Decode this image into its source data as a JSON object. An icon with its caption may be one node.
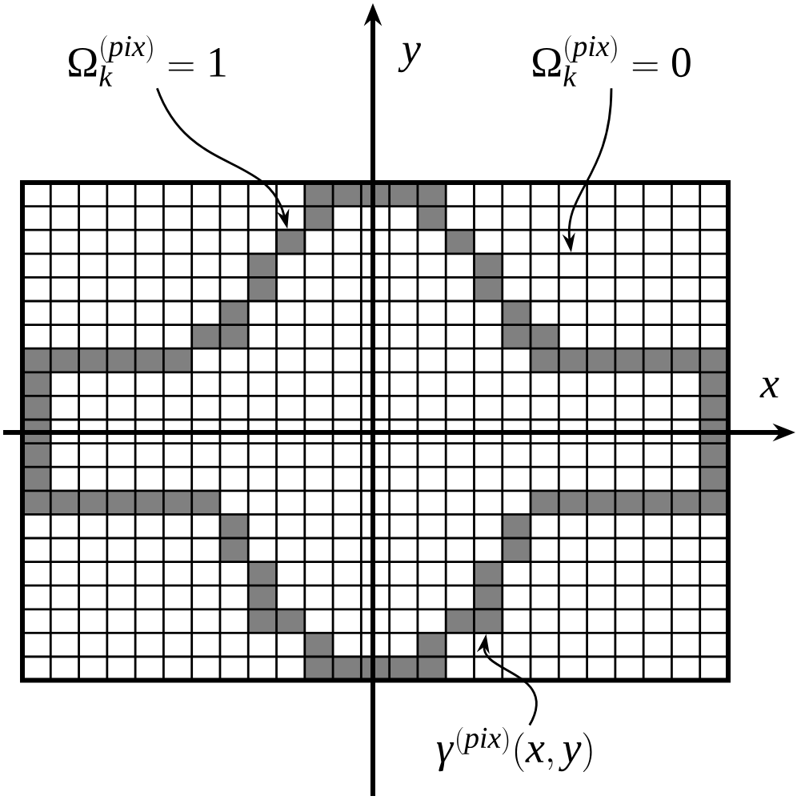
{
  "diagram": {
    "nodes": [
      {
        "text": [
          "\\Omega_k^{(pix)} = 1"
        ]
      },
      {
        "text": [],
        "shape": "box"
      },
      {
        "text": [
          "\\Omega_k^{(pix)} = 0"
        ]
      },
      {
        "text": [],
        "shape": "box"
      },
      {
        "text": [
          "\\gamma^{(pix)}(x,y)"
        ]
      },
      {
        "text": [],
        "shape": "box"
      }
    ],
    "edges": [
      {
        "from": 0,
        "to": 1,
        "arrow": "to"
      },
      {
        "from": 2,
        "to": 3,
        "arrow": "to"
      },
      {
        "from": 4,
        "to": 5,
        "arrow": "to"
      }
    ],
    "labels": [
      "y",
      "x"
    ]
  }
}
